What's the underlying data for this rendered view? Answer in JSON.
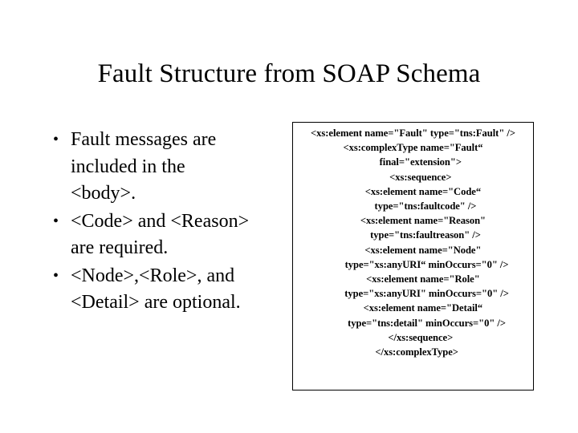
{
  "slide": {
    "title": "Fault Structure from SOAP Schema",
    "background_color": "#ffffff",
    "text_color": "#000000"
  },
  "bullets": {
    "marker": "•",
    "items": [
      {
        "lines": [
          "Fault messages are",
          "included in the",
          "<body>."
        ]
      },
      {
        "lines": [
          "<Code> and <Reason>",
          "are required."
        ]
      },
      {
        "lines": [
          "<Node>,<Role>, and",
          "<Detail> are optional."
        ]
      }
    ]
  },
  "code_box": {
    "border_color": "#000000",
    "background_color": "#ffffff",
    "lines": [
      "<xs:element name=\"Fault\" type=\"tns:Fault\" />",
      "<xs:complexType name=\"Fault“",
      "      final=\"extension\">",
      "      <xs:sequence>",
      "        <xs:element name=\"Code“",
      "          type=\"tns:faultcode\" />",
      "        <xs:element name=\"Reason\"",
      "          type=\"tns:faultreason\" />",
      "        <xs:element name=\"Node\"",
      "           type=\"xs:anyURI“ minOccurs=\"0\" />",
      "        <xs:element name=\"Role\"",
      "           type=\"xs:anyURI\" minOccurs=\"0\" />",
      "        <xs:element name=\"Detail“",
      "           type=\"tns:detail\" minOccurs=\"0\" />",
      "      </xs:sequence>",
      "   </xs:complexType>"
    ]
  }
}
